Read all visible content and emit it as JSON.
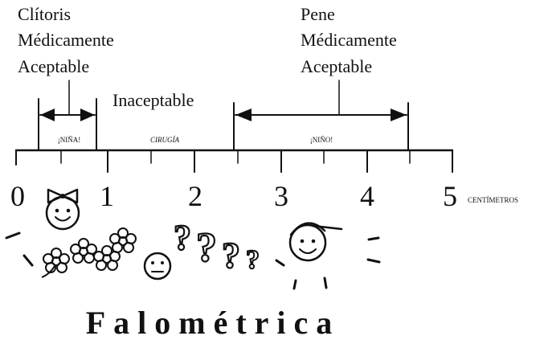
{
  "labels": {
    "clitoris_line1": "Clítoris",
    "clitoris_line2": "Médicamente",
    "clitoris_line3": "Aceptable",
    "pene_line1": "Pene",
    "pene_line2": "Médicamente",
    "pene_line3": "Aceptable",
    "inaceptable": "Inaceptable",
    "nina": "¡NIÑA!",
    "cirugia": "CIRUGÍA",
    "nino": "¡NIÑO!",
    "unit": "CENTÍMETROS",
    "title": "Falométrica"
  },
  "scale": {
    "ticks": [
      "0",
      "1",
      "2",
      "3",
      "4",
      "5"
    ]
  },
  "icons": {
    "girl": "girl-face-icon",
    "flowers": "flower-icon",
    "sad": "sad-face-icon",
    "questions": "question-mark-icon",
    "boy": "boy-face-icon"
  }
}
